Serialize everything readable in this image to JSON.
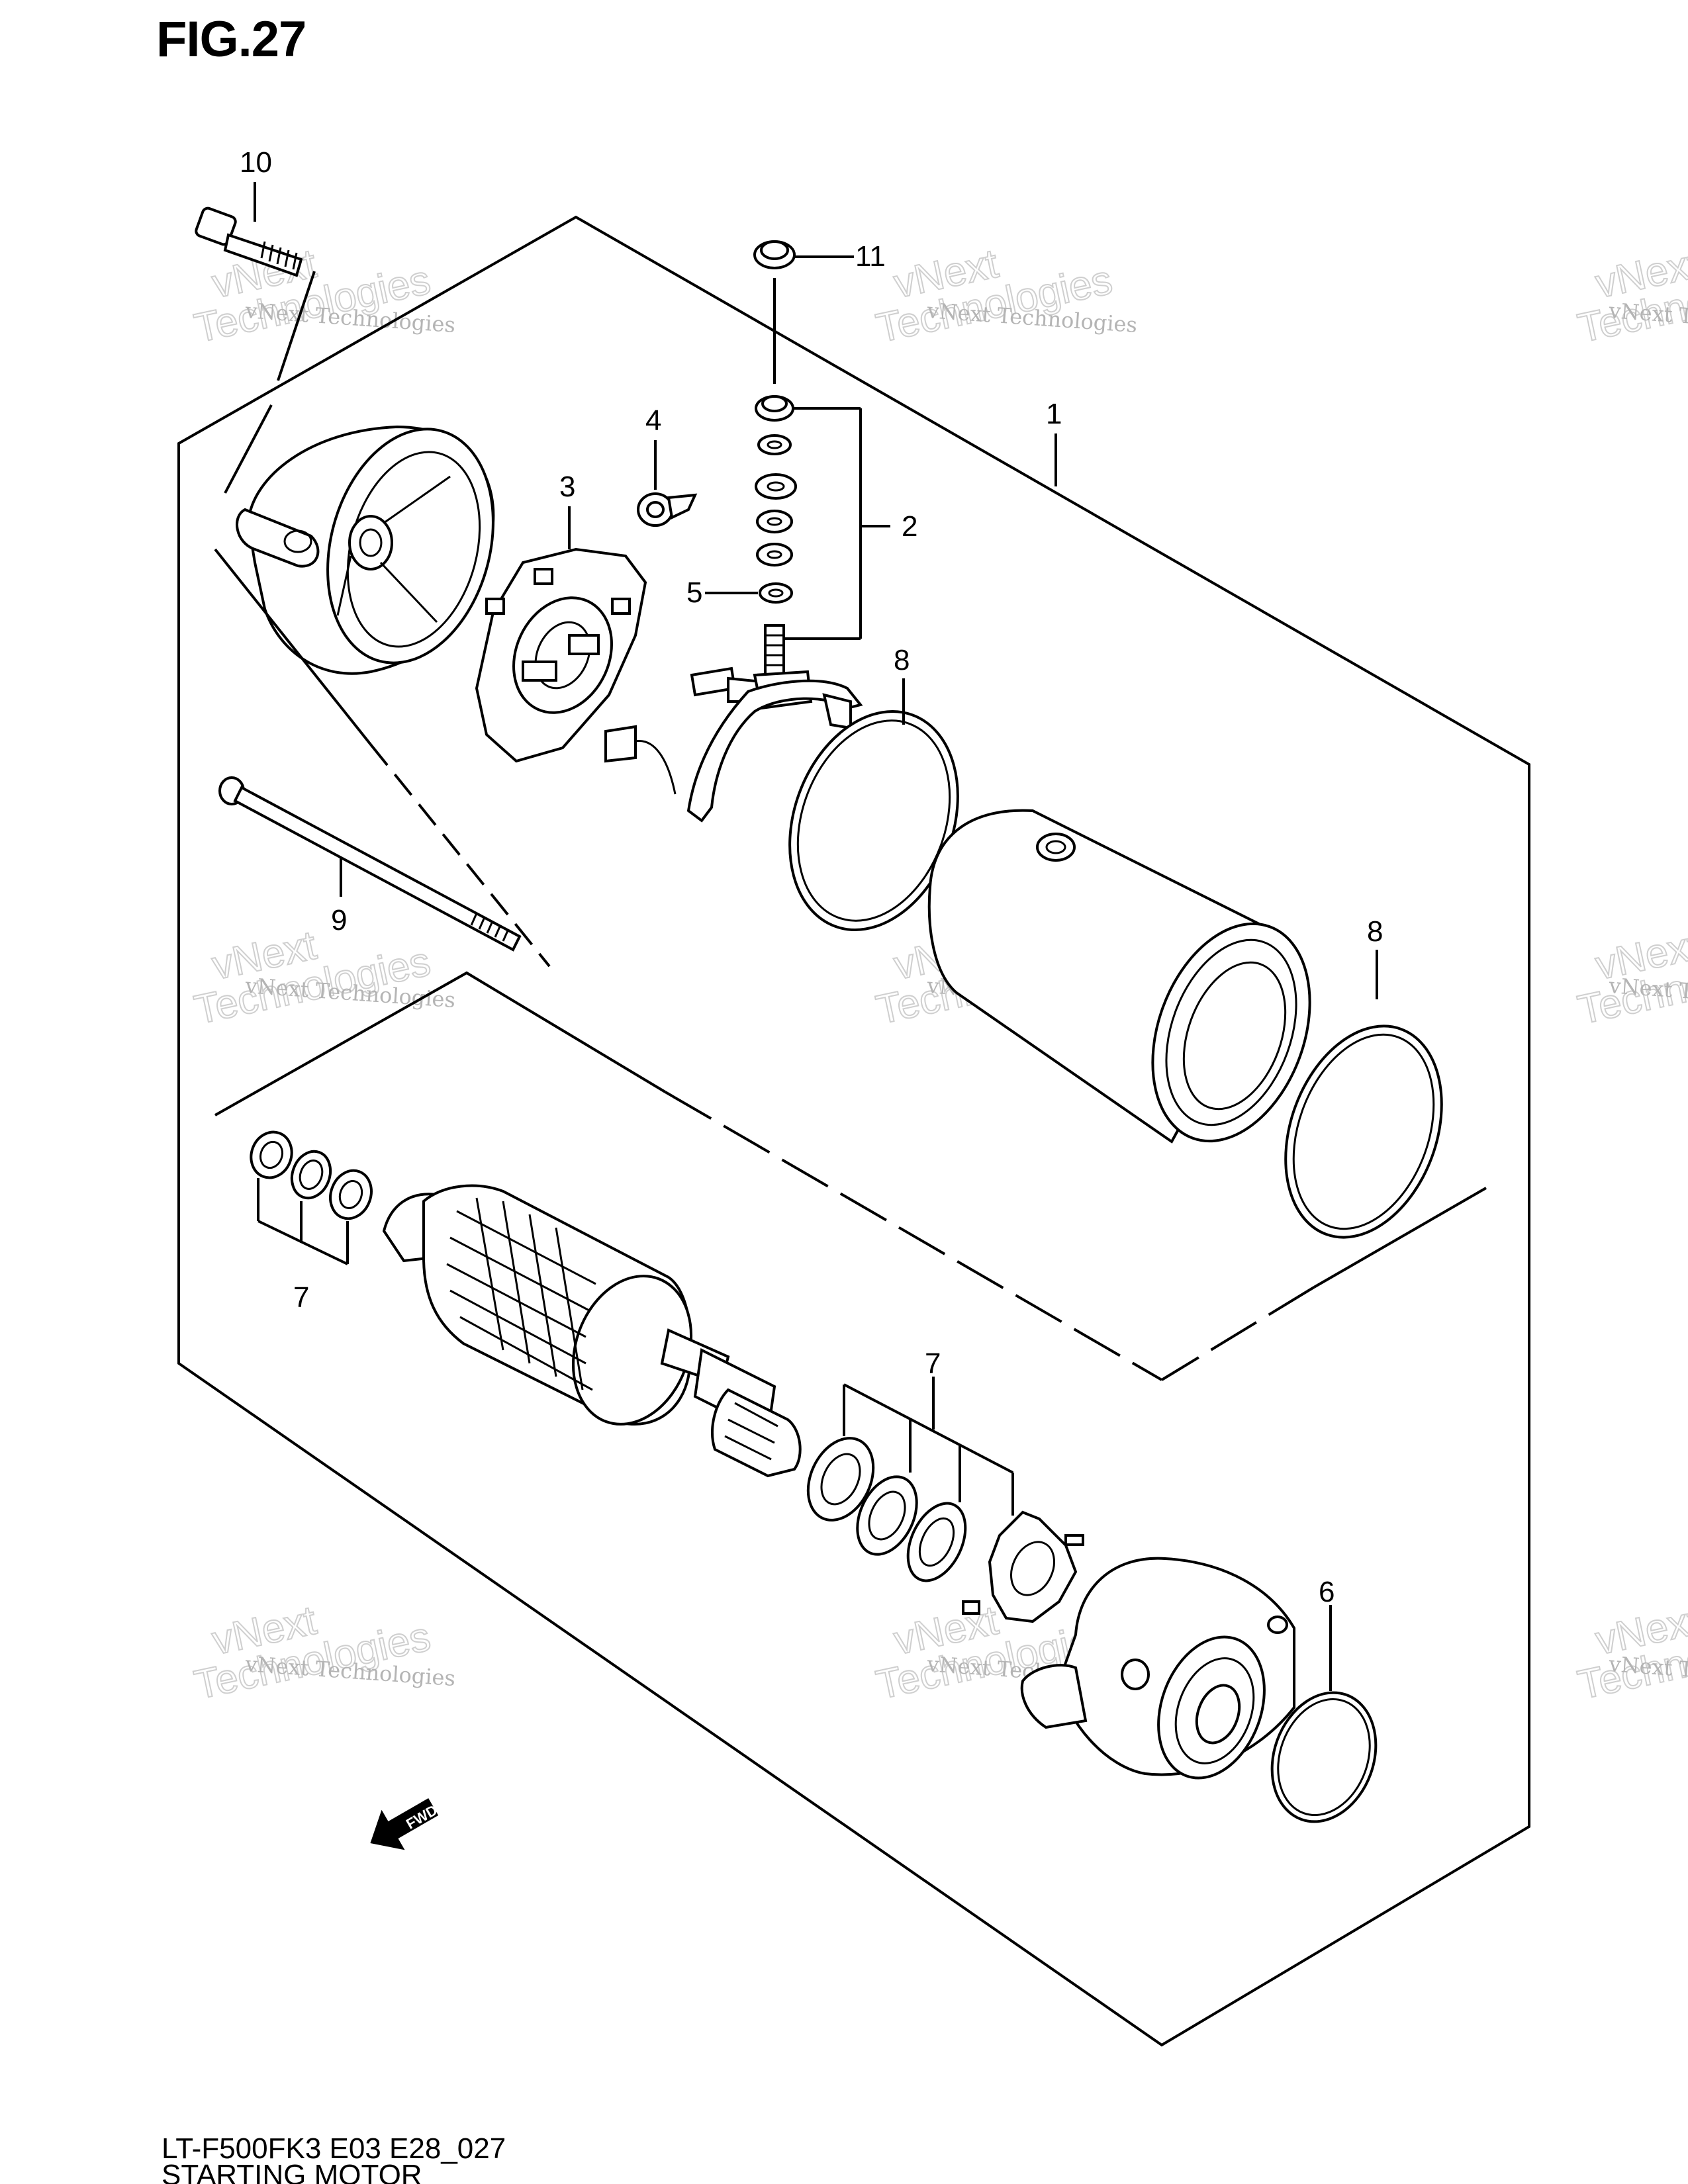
{
  "figure_title": "FIG.27",
  "footer": {
    "model_code": "LT-F500FK3 E03 E28_027",
    "title": "STARTING MOTOR"
  },
  "callouts": {
    "c1": "1",
    "c2": "2",
    "c3": "3",
    "c4": "4",
    "c5": "5",
    "c6": "6",
    "c7a": "7",
    "c7b": "7",
    "c8a": "8",
    "c8b": "8",
    "c9": "9",
    "c10": "10",
    "c11": "11"
  },
  "fwd_label": "FWD",
  "watermark": {
    "company": "vNext Technologies",
    "brand_top": "vNext",
    "brand_bottom": "Technologies"
  }
}
